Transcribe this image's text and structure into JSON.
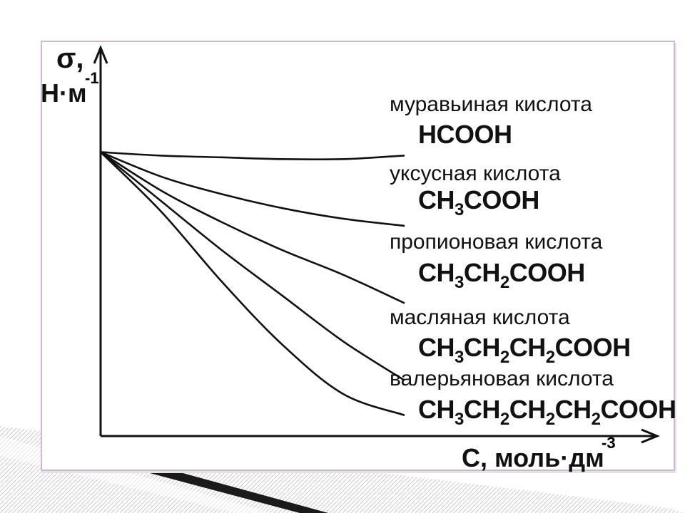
{
  "colors": {
    "line": "#111111",
    "frame": "#cdb8d8",
    "decoration": "#1a1a1a"
  },
  "chart_data": {
    "type": "line",
    "axes": {
      "y_symbol": "σ,",
      "y_unit": "Н·м",
      "y_unit_exp": "-1",
      "x_label": "С, моль·дм",
      "x_label_exp": "-3",
      "ticks": false,
      "grid": false
    },
    "x_range": [
      0,
      1
    ],
    "y_range": [
      0,
      1
    ],
    "series": [
      {
        "name": "муравьиная кислота",
        "formula": [
          "HCOOH"
        ],
        "x": [
          0,
          0.2,
          0.4,
          0.6,
          0.8,
          1.0
        ],
        "y": [
          0.81,
          0.8,
          0.795,
          0.79,
          0.79,
          0.8
        ]
      },
      {
        "name": "уксусная кислота",
        "formula": [
          "CH",
          "3",
          "COOH"
        ],
        "x": [
          0,
          0.2,
          0.4,
          0.6,
          0.8,
          1.0
        ],
        "y": [
          0.81,
          0.74,
          0.69,
          0.65,
          0.62,
          0.6
        ]
      },
      {
        "name": "пропионовая кислота",
        "formula": [
          "CH",
          "3",
          "CH",
          "2",
          "COOH"
        ],
        "x": [
          0,
          0.2,
          0.4,
          0.6,
          0.8,
          1.0
        ],
        "y": [
          0.81,
          0.7,
          0.61,
          0.53,
          0.46,
          0.38
        ]
      },
      {
        "name": "масляная кислота",
        "formula": [
          "CH",
          "3",
          "CH",
          "2",
          "CH",
          "2",
          "COOH"
        ],
        "x": [
          0,
          0.2,
          0.4,
          0.6,
          0.8,
          1.0
        ],
        "y": [
          0.81,
          0.67,
          0.53,
          0.4,
          0.27,
          0.16
        ]
      },
      {
        "name": "валерьяновая кислота",
        "formula": [
          "CH",
          "3",
          "CH",
          "2",
          "CH",
          "2",
          "CH",
          "2",
          "COOH"
        ],
        "x": [
          0,
          0.2,
          0.4,
          0.6,
          0.8,
          1.0
        ],
        "y": [
          0.81,
          0.64,
          0.44,
          0.26,
          0.12,
          0.06
        ]
      }
    ]
  }
}
